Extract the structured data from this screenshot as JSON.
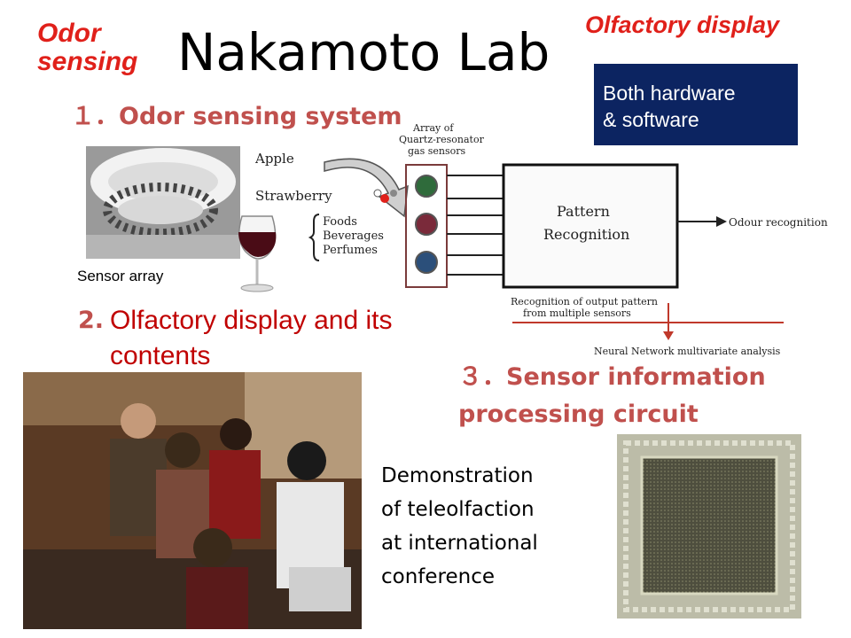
{
  "header": {
    "odor_tag": "Odor\nsensing",
    "title": "Nakamoto Lab",
    "olfactory_tag": "Olfactory display",
    "both_box": "Both hardware\n & software"
  },
  "section1": {
    "heading": "１．Odor sensing system",
    "sensor_caption": "Sensor array"
  },
  "diagram": {
    "apple": "Apple",
    "strawberry": "Strawberry",
    "foods": "Foods",
    "beverages": "Beverages",
    "perfumes": "Perfumes",
    "array_label_1": "Array of",
    "array_label_2": "Quartz-resonator",
    "array_label_3": "gas sensors",
    "pattern_1": "Pattern",
    "pattern_2": "Recognition",
    "odour_recognition": "Odour recognition",
    "output_pattern_1": "Recognition of output pattern",
    "output_pattern_2": "from multiple sensors",
    "neural_network": "Neural Network multivariate analysis"
  },
  "section2": {
    "number": "2.",
    "heading": "Olfactory display and its\ncontents"
  },
  "section3": {
    "heading": "３．Sensor information\nprocessing circuit"
  },
  "demo_caption": "Demonstration\nof teleolfaction\nat international\nconference",
  "colors": {
    "accent_red": "#e0201a",
    "heading_red": "#c0504d",
    "box_navy": "#0c2461"
  }
}
